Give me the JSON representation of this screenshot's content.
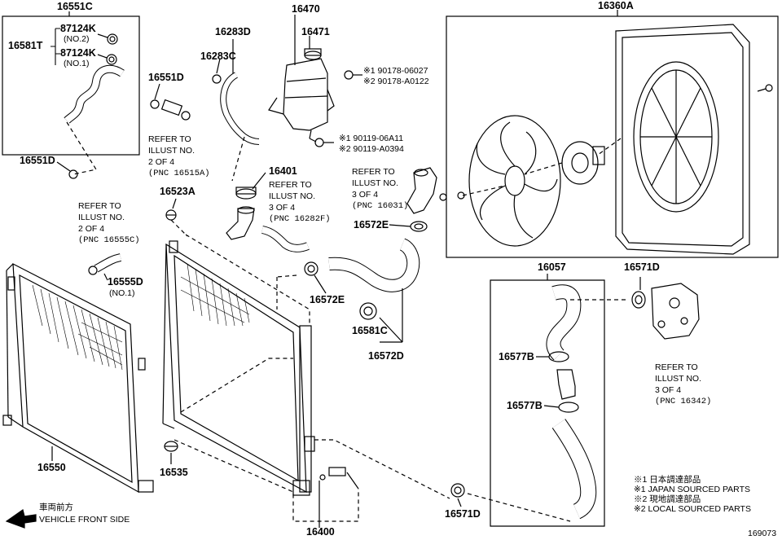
{
  "part_labels": {
    "p16551C": "16551C",
    "p16581T": "16581T",
    "p87124K_a": "87124K",
    "p87124K_a_sub": "(NO.2)",
    "p87124K_b": "87124K",
    "p87124K_b_sub": "(NO.1)",
    "p16551D_a": "16551D",
    "p16551D_b": "16551D",
    "p16283D": "16283D",
    "p16283C": "16283C",
    "p16470": "16470",
    "p16471": "16471",
    "p16360A": "16360A",
    "p16401": "16401",
    "p16523A": "16523A",
    "p16555D": "16555D",
    "p16555D_sub": "(NO.1)",
    "p16572E_a": "16572E",
    "p16572E_b": "16572E",
    "p16581C": "16581C",
    "p16572D": "16572D",
    "p16057": "16057",
    "p16571D_a": "16571D",
    "p16571D_b": "16571D",
    "p16577B_a": "16577B",
    "p16577B_b": "16577B",
    "p16550": "16550",
    "p16535": "16535",
    "p16400": "16400"
  },
  "bolt_refs": {
    "top_1": "※1  90178-06027",
    "top_2": "※2  90178-A0122",
    "mid_1": "※1  90119-06A11",
    "mid_2": "※2  90119-A0394"
  },
  "refer_notes": {
    "r1": {
      "l1": "REFER TO",
      "l2": "ILLUST NO.",
      "l3": "2 OF 4",
      "l4": "(PNC 16515A)"
    },
    "r2": {
      "l1": "REFER TO",
      "l2": "ILLUST NO.",
      "l3": "3 OF 4",
      "l4": "(PNC 16282F)"
    },
    "r3": {
      "l1": "REFER TO",
      "l2": "ILLUST NO.",
      "l3": "3 OF 4",
      "l4": "(PNC 16031)"
    },
    "r4": {
      "l1": "REFER TO",
      "l2": "ILLUST NO.",
      "l3": "2 OF 4",
      "l4": "(PNC 16555C)"
    },
    "r5": {
      "l1": "REFER TO",
      "l2": "ILLUST NO.",
      "l3": "3 OF 4",
      "l4": "(PNC 16342)"
    }
  },
  "legend": {
    "l1": "※1  日本調達部品",
    "l2": "※1  JAPAN SOURCED PARTS",
    "l3": "※2  現地調達部品",
    "l4": "※2  LOCAL SOURCED PARTS"
  },
  "front": {
    "jp": "車両前方",
    "en": "VEHICLE FRONT SIDE"
  },
  "illustration_number": "169073"
}
